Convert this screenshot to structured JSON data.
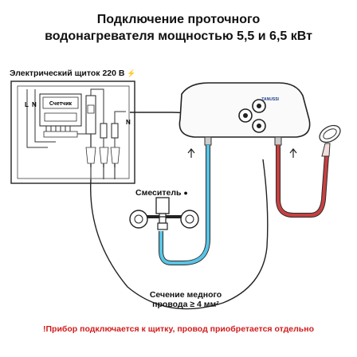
{
  "title": {
    "line1": "Подключение проточного",
    "line2": "водонагревателя мощностью 5,5 и 6,5 кВт"
  },
  "panel": {
    "label": "Электрический щиток 220 В",
    "meter_label": "Счетчик",
    "terminal_l": "L",
    "terminal_n_left": "N",
    "terminal_n_right": "N"
  },
  "heater": {
    "brand": "ZANUSSI"
  },
  "mixer": {
    "label": "Смеситель"
  },
  "wire": {
    "line1": "Сечение медного",
    "line2": "провода ≥ 4 мм²"
  },
  "note": "!Прибор подключается к щитку, провод приобретается отдельно",
  "colors": {
    "cold_pipe": "#58c4e6",
    "hot_pipe": "#c94040",
    "note_text": "#d21b1b"
  },
  "icons": [
    "lightning-icon",
    "water-drop-icon",
    "arrow-up-icon"
  ]
}
